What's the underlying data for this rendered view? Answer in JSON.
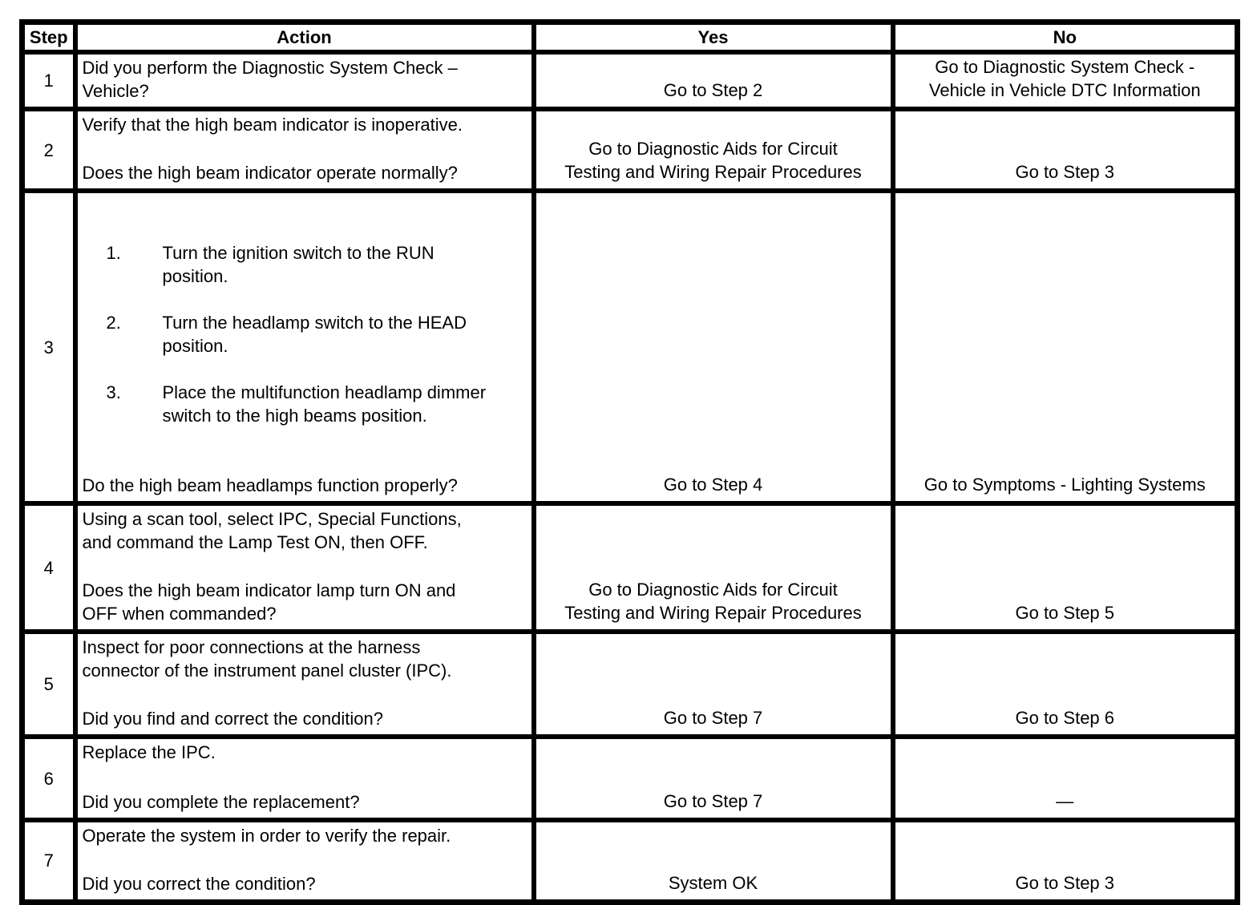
{
  "table": {
    "headers": {
      "step": "Step",
      "action": "Action",
      "yes": "Yes",
      "no": "No"
    },
    "rows": [
      {
        "step": "1",
        "action_body": "Did you perform the Diagnostic System Check –\nVehicle?",
        "action_question": "",
        "yes": "Go to Step 2",
        "no": "Go to Diagnostic System Check -\nVehicle in Vehicle DTC Information"
      },
      {
        "step": "2",
        "action_body": "Verify that the high beam indicator is inoperative.",
        "action_question": "Does the high beam indicator operate normally?",
        "yes": "Go to Diagnostic Aids for Circuit\nTesting and Wiring Repair Procedures",
        "no": "Go to Step 3"
      },
      {
        "step": "3",
        "action_list": [
          {
            "num": "1.",
            "text": "Turn the ignition switch to the RUN\nposition."
          },
          {
            "num": "2.",
            "text": "Turn the headlamp switch to the HEAD\nposition."
          },
          {
            "num": "3.",
            "text": "Place the multifunction headlamp dimmer\nswitch to the high beams position."
          }
        ],
        "action_question": "Do the high beam headlamps function properly?",
        "yes": "Go to Step 4",
        "no": "Go to Symptoms - Lighting Systems"
      },
      {
        "step": "4",
        "action_body": "Using a scan tool, select IPC, Special Functions,\nand command the Lamp Test ON, then OFF.",
        "action_question": "Does the high beam indicator lamp turn ON and\nOFF when commanded?",
        "yes": "Go to Diagnostic Aids for Circuit\nTesting and Wiring Repair Procedures",
        "no": "Go to Step 5"
      },
      {
        "step": "5",
        "action_body": "Inspect for poor connections at the harness\nconnector of the instrument panel cluster (IPC).",
        "action_question": "Did you find and correct the condition?",
        "yes": "Go to Step 7",
        "no": "Go to Step 6"
      },
      {
        "step": "6",
        "action_body": "Replace the IPC.",
        "action_question": "Did you complete the replacement?",
        "yes": "Go to Step 7",
        "no": "—"
      },
      {
        "step": "7",
        "action_body": "Operate the system in order to verify the repair.",
        "action_question": "Did you correct the condition?",
        "yes": "System OK",
        "no": "Go to Step 3"
      }
    ]
  }
}
